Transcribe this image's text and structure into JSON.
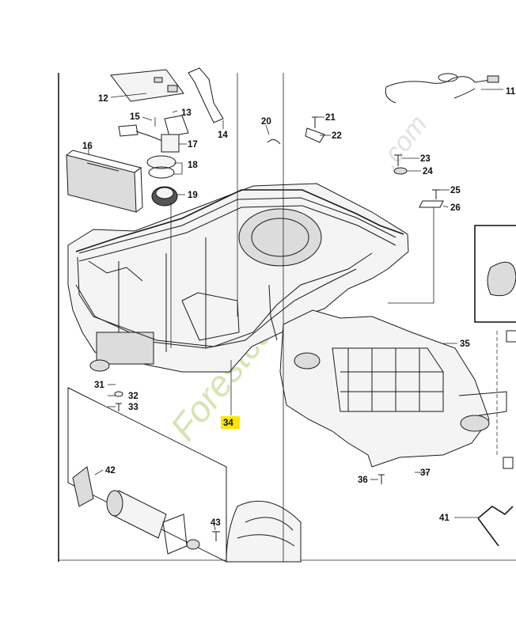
{
  "callouts": [
    {
      "id": "c11",
      "label": "11"
    },
    {
      "id": "c12",
      "label": "12"
    },
    {
      "id": "c13",
      "label": "13"
    },
    {
      "id": "c14",
      "label": "14"
    },
    {
      "id": "c15",
      "label": "15"
    },
    {
      "id": "c16",
      "label": "16"
    },
    {
      "id": "c17",
      "label": "17"
    },
    {
      "id": "c18",
      "label": "18"
    },
    {
      "id": "c19",
      "label": "19"
    },
    {
      "id": "c20",
      "label": "20"
    },
    {
      "id": "c21",
      "label": "21"
    },
    {
      "id": "c22",
      "label": "22"
    },
    {
      "id": "c23",
      "label": "23"
    },
    {
      "id": "c24",
      "label": "24"
    },
    {
      "id": "c25",
      "label": "25"
    },
    {
      "id": "c26",
      "label": "26"
    },
    {
      "id": "c31",
      "label": "31"
    },
    {
      "id": "c32",
      "label": "32"
    },
    {
      "id": "c33",
      "label": "33"
    },
    {
      "id": "c34",
      "label": "34"
    },
    {
      "id": "c35",
      "label": "35"
    },
    {
      "id": "c36",
      "label": "36"
    },
    {
      "id": "c37",
      "label": "37"
    },
    {
      "id": "c41",
      "label": "41"
    },
    {
      "id": "c42",
      "label": "42"
    },
    {
      "id": "c43",
      "label": "43"
    }
  ],
  "highlight": {
    "callout": "34",
    "color": "#ffe600"
  },
  "watermark": {
    "text_main": "Forestcam",
    "text_side": ".com",
    "color": "#c9dc9a"
  }
}
